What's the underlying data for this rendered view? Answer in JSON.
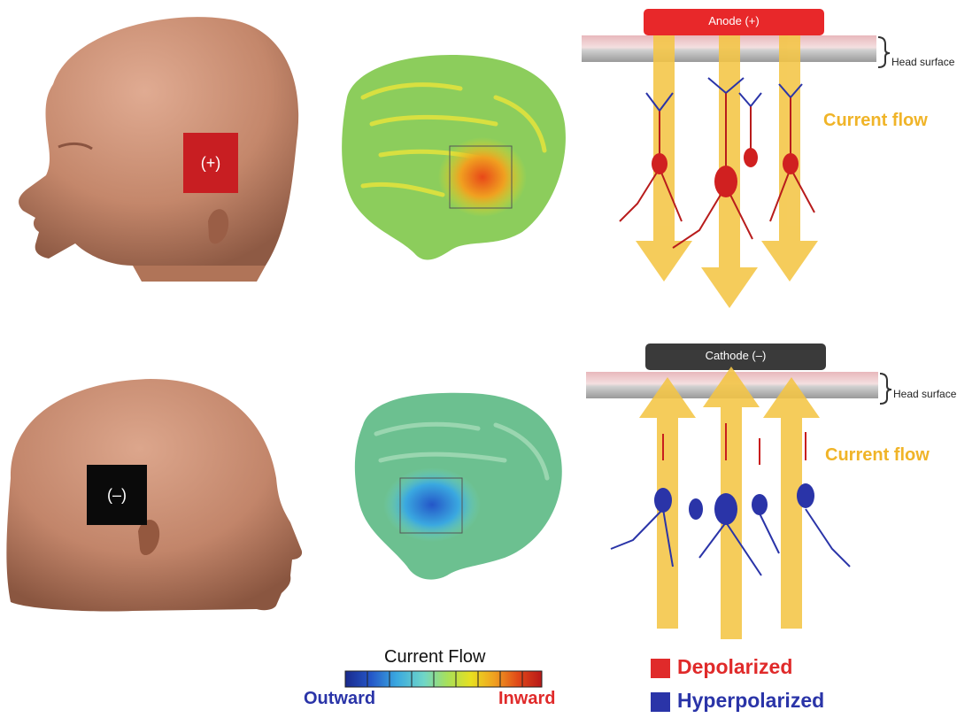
{
  "top_row": {
    "electrode_label": "(+)",
    "bar_label": "Anode  (+)",
    "head_surface_label": "Head surface",
    "current_flow_label": "Current flow"
  },
  "bottom_row": {
    "electrode_label": "(–)",
    "bar_label": "Cathode (–)",
    "head_surface_label": "Head surface",
    "current_flow_label": "Current flow"
  },
  "colorbar": {
    "title": "Current Flow",
    "left_label": "Outward",
    "right_label": "Inward",
    "colors": [
      "#1a2a8c",
      "#2456c8",
      "#3aa8e0",
      "#6fd6c8",
      "#a8e05a",
      "#e8e020",
      "#f0a020",
      "#e04818",
      "#b81818"
    ]
  },
  "legend": {
    "items": [
      {
        "label": "Depolarized",
        "color": "#e02a2a"
      },
      {
        "label": "Hyperpolarized",
        "color": "#2a34a8"
      }
    ]
  },
  "colors": {
    "skin": "#c58b70",
    "anode_bar": "#e8282a",
    "cathode_bar": "#3a3a3a",
    "arrow": "#f2c440",
    "current_flow_text": "#f0b428",
    "brain_green": "#7cc45a"
  }
}
